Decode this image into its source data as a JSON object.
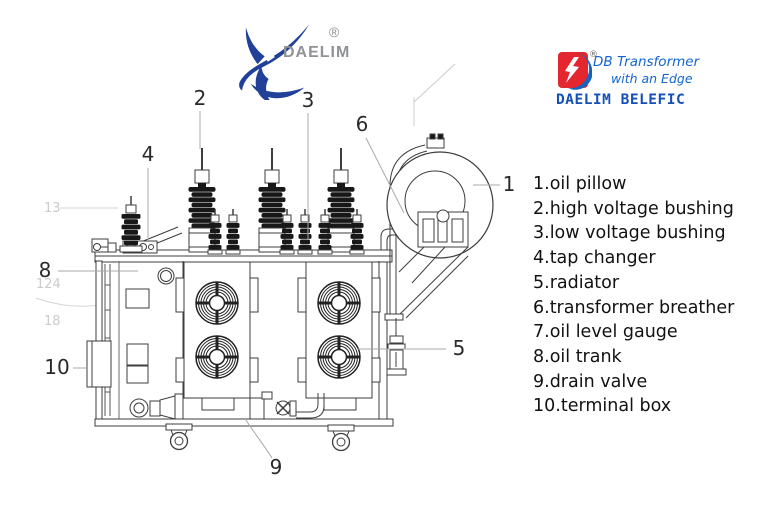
{
  "branding": {
    "daelim": {
      "name": "DAELIM",
      "registered": "®",
      "swoosh_color": "#21409a",
      "text_color": "#909296"
    },
    "db": {
      "line1": "DB Transformer",
      "line2": "with an Edge",
      "registered": "®",
      "company": "DAELIM BELEFIC",
      "red": "#e4272e",
      "blue": "#1565cf",
      "company_color": "#1550b7"
    }
  },
  "legend": {
    "items": [
      "1.oil pillow",
      "2.high voltage bushing",
      "3.low voltage bushing",
      "4.tap changer",
      "5.radiator",
      "6.transformer breather",
      "7.oil level gauge",
      "8.oil trank",
      "9.drain valve",
      "10.terminal box"
    ]
  },
  "diagram": {
    "callouts": [
      "1",
      "2",
      "3",
      "4",
      "5",
      "6",
      "8",
      "9",
      "10"
    ],
    "watermarks": [
      "13",
      "124",
      "18"
    ],
    "line_color": "#3d3d3d",
    "dark_fill": "#181818",
    "leader_color": "#a9a9a9"
  }
}
